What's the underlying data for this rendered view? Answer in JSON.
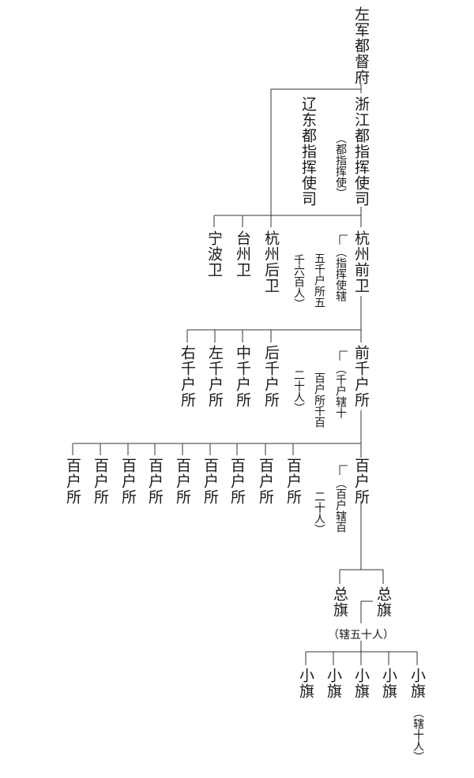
{
  "root": "左军都督府",
  "liaodong": "辽东都指挥使司",
  "zhejiang": "浙江都指挥使司",
  "zhejiang_note": "（都指挥使）",
  "ningbo": "宁波卫",
  "taizhou": "台州卫",
  "hangzhou_hou": "杭州后卫",
  "hangzhou_qian": "杭州前卫",
  "wei_note_1": "（指挥使辖",
  "wei_note_2": "五千户所五",
  "wei_note_3": "千六百人）",
  "you_qianhu": "右千户所",
  "zuo_qianhu": "左千户所",
  "zhong_qianhu": "中千户所",
  "hou_qianhu": "后千户所",
  "qian_qianhu": "前千户所",
  "qh_note_1": "（千户辖十",
  "qh_note_2": "百户所千百",
  "qh_note_3": "二十人）",
  "baihu_list": [
    "百户所",
    "百户所",
    "百户所",
    "百户所",
    "百户所",
    "百户所",
    "百户所",
    "百户所",
    "百户所"
  ],
  "baihu_main": "百户所",
  "bh_note_1": "（百户辖百",
  "bh_note_2": "二十人）",
  "zongqi": "总旗",
  "zongqi_note": "（辖五十人）",
  "xiaoqi": "小旗",
  "xiaoqi_note": "（辖十人）"
}
